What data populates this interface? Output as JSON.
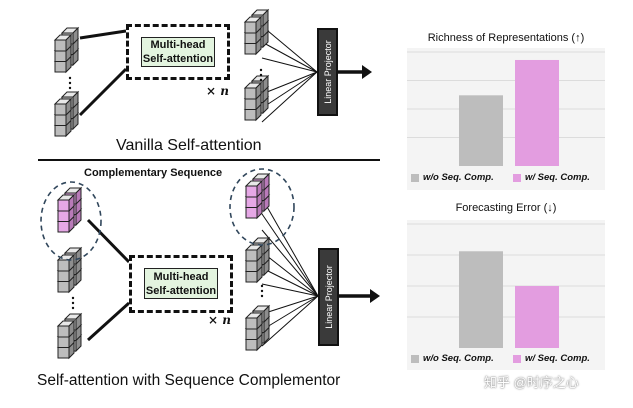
{
  "diagram": {
    "top_caption": "Vanilla Self-attention",
    "bottom_caption": "Self-attention with Sequence Complementor",
    "complementary_label": "Complementary Sequence",
    "attention_label_line1": "Multi-head",
    "attention_label_line2": "Self-attention",
    "repeat_label": "× n",
    "projector_label": "Linear Projector"
  },
  "charts": [
    {
      "title": "Richness of Representations (↑)",
      "legend": [
        "w/o Seq. Comp.",
        "w/ Seq. Comp."
      ]
    },
    {
      "title": "Forecasting Error (↓)",
      "legend": [
        "w/o Seq. Comp.",
        "w/ Seq. Comp."
      ]
    }
  ],
  "chart_data": [
    {
      "type": "bar",
      "title": "Richness of Representations (↑)",
      "categories": [
        "w/o Seq. Comp.",
        "w/ Seq. Comp."
      ],
      "values": [
        0.62,
        0.93
      ],
      "ylim": [
        0,
        1
      ],
      "colors": [
        "#bdbdbd",
        "#e39de0"
      ],
      "grid": true
    },
    {
      "type": "bar",
      "title": "Forecasting Error (↓)",
      "categories": [
        "w/o Seq. Comp.",
        "w/ Seq. Comp."
      ],
      "values": [
        0.78,
        0.5
      ],
      "ylim": [
        0,
        1
      ],
      "colors": [
        "#bdbdbd",
        "#e39de0"
      ],
      "grid": true
    }
  ],
  "watermark": "知乎 @时序之心",
  "colors": {
    "gray_cube": "#bdbdbd",
    "pink_cube": "#e6a8e6",
    "attention_fill": "#e3f4df"
  }
}
